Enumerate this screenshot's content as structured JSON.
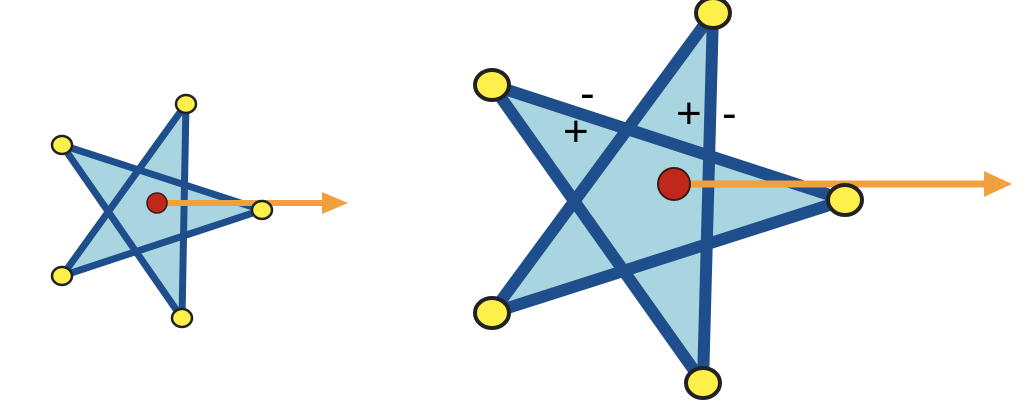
{
  "figure": {
    "colors": {
      "star_fill": "#a8d5df",
      "star_outline": "#1f4e8c",
      "vertex_fill": "#fdf04a",
      "vertex_stroke": "#222222",
      "center_fill": "#c0281c",
      "arrow": "#f0a03c",
      "text": "#000000"
    },
    "small_star": {
      "vertex_icon": "yellow-dot",
      "center_icon": "red-dot",
      "arrow_icon": "orange-arrow"
    },
    "large_star": {
      "vertex_icon": "yellow-dot",
      "center_icon": "red-dot",
      "arrow_icon": "orange-arrow",
      "signs": {
        "upper_left_minus": "-",
        "upper_left_plus": "+",
        "upper_right_plus": "+",
        "upper_right_minus": "-"
      }
    }
  }
}
